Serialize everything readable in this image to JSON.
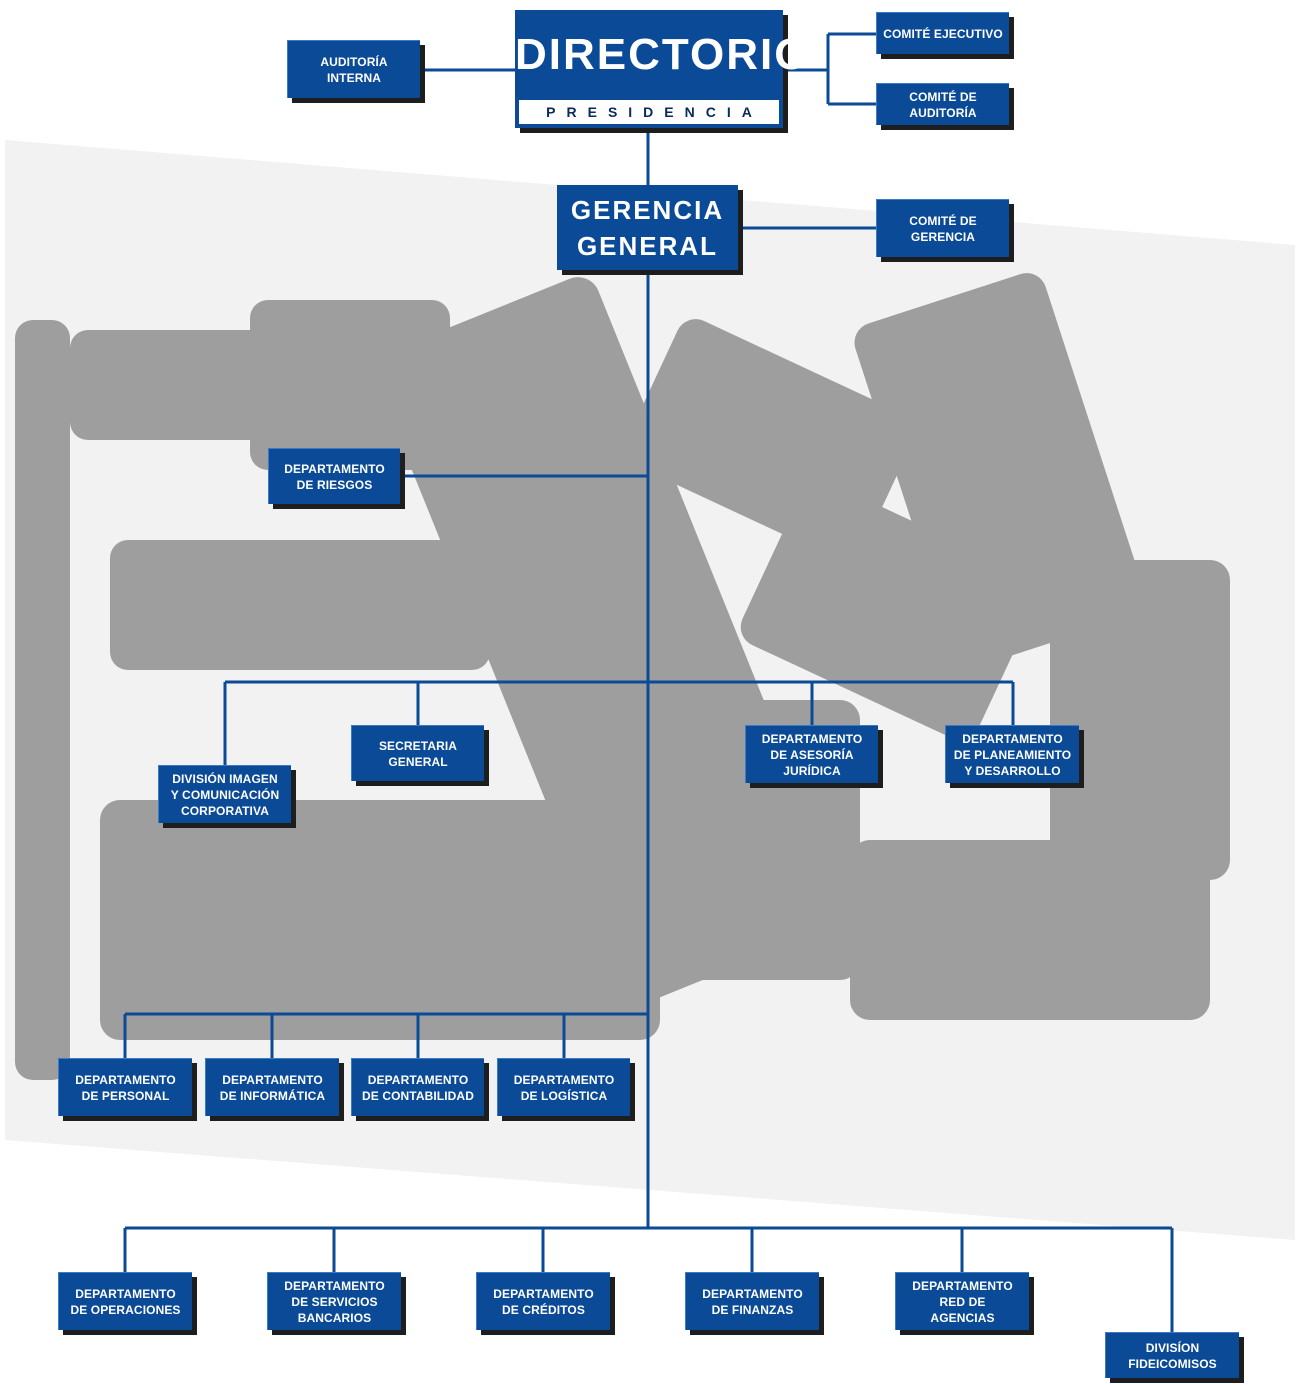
{
  "colors": {
    "box_fill": "#0a4a96",
    "line": "#0a4a96",
    "shadow": "#1e1e1e",
    "text": "#ffffff"
  },
  "top": {
    "directorio": "DIRECTORIO",
    "presidencia": "PRESIDENCIA",
    "auditoria_interna": "AUDITORÍA\nINTERNA",
    "comite_ejecutivo": "COMITÉ EJECUTIVO",
    "comite_auditoria": "COMITÉ DE AUDITORÍA"
  },
  "gerencia": {
    "title": "GERENCIA\nGENERAL",
    "comite_gerencia": "COMITÉ DE GERENCIA"
  },
  "staff": {
    "riesgos": "DEPARTAMENTO\nDE RIESGOS",
    "imagen": "DIVISIÓN IMAGEN\nY COMUNICACIÓN\nCORPORATIVA",
    "secretaria": "SECRETARIA\nGENERAL",
    "asesoria": "DEPARTAMENTO\nDE ASESORÍA\nJURÍDICA",
    "planeamiento": "DEPARTAMENTO\nDE PLANEAMIENTO\nY DESARROLLO"
  },
  "support": {
    "personal": "DEPARTAMENTO\nDE PERSONAL",
    "informatica": "DEPARTAMENTO\nDE INFORMÁTICA",
    "contabilidad": "DEPARTAMENTO\nDE CONTABILIDAD",
    "logistica": "DEPARTAMENTO\nDE LOGÍSTICA"
  },
  "line_units": {
    "operaciones": "DEPARTAMENTO\nDE OPERACIONES",
    "servicios": "DEPARTAMENTO\nDE SERVICIOS\nBANCARIOS",
    "creditos": "DEPARTAMENTO\nDE CRÉDITOS",
    "finanzas": "DEPARTAMENTO\nDE FINANZAS",
    "red_agencias": "DEPARTAMENTO\nRED DE\nAGENCIAS",
    "fideicomisos": "DIVISÍON\nFIDEICOMISOS"
  }
}
